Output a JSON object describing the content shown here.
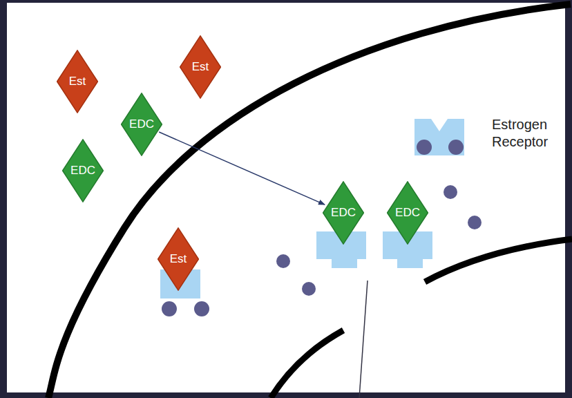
{
  "diagram": {
    "nodes": [
      {
        "text": [
          "Est"
        ]
      },
      {
        "text": [
          "Est"
        ]
      },
      {
        "text": [
          "EDC"
        ]
      },
      {
        "text": [
          "EDC"
        ]
      },
      {
        "text": [
          "EDC"
        ]
      },
      {
        "text": [
          "EDC"
        ]
      },
      {
        "text": [
          "Est"
        ]
      }
    ],
    "edges": [
      {
        "from": 2,
        "to": 4,
        "arrow": "to"
      }
    ],
    "labels": [
      "Estrogen Receptor"
    ]
  }
}
